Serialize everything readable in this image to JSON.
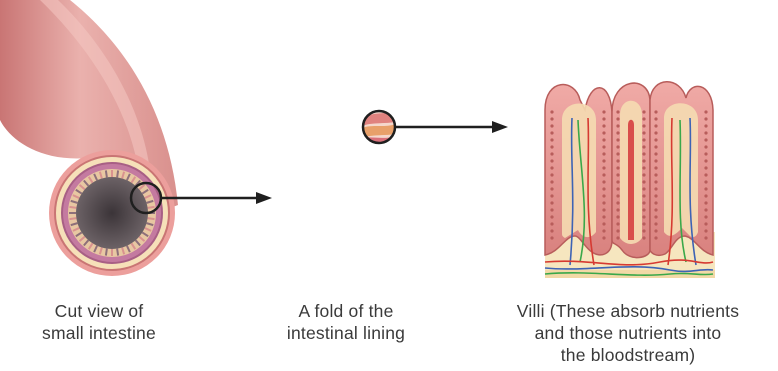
{
  "captions": {
    "intestine_cut": [
      "Cut view of",
      "small intestine"
    ],
    "fold": [
      "A fold of the",
      "intestinal lining"
    ],
    "villi": [
      "Villi (These absorb nutrients",
      "and those nutrients into",
      "the bloodstream)"
    ]
  },
  "colors": {
    "tube_outer": "#e9a7a5",
    "tube_shade": "#c97574",
    "lumen": "#4a4347",
    "villi_pink": "#e79a96",
    "villi_dark": "#c96d6b",
    "cream_layer": "#f4dcb0",
    "artery": "#d63a32",
    "vein": "#3d63b5",
    "lacteal": "#3aa84a",
    "arrow": "#1f1f1f"
  },
  "icons": [
    "pointer-arrow-1",
    "pointer-arrow-2",
    "zoom-circle"
  ]
}
